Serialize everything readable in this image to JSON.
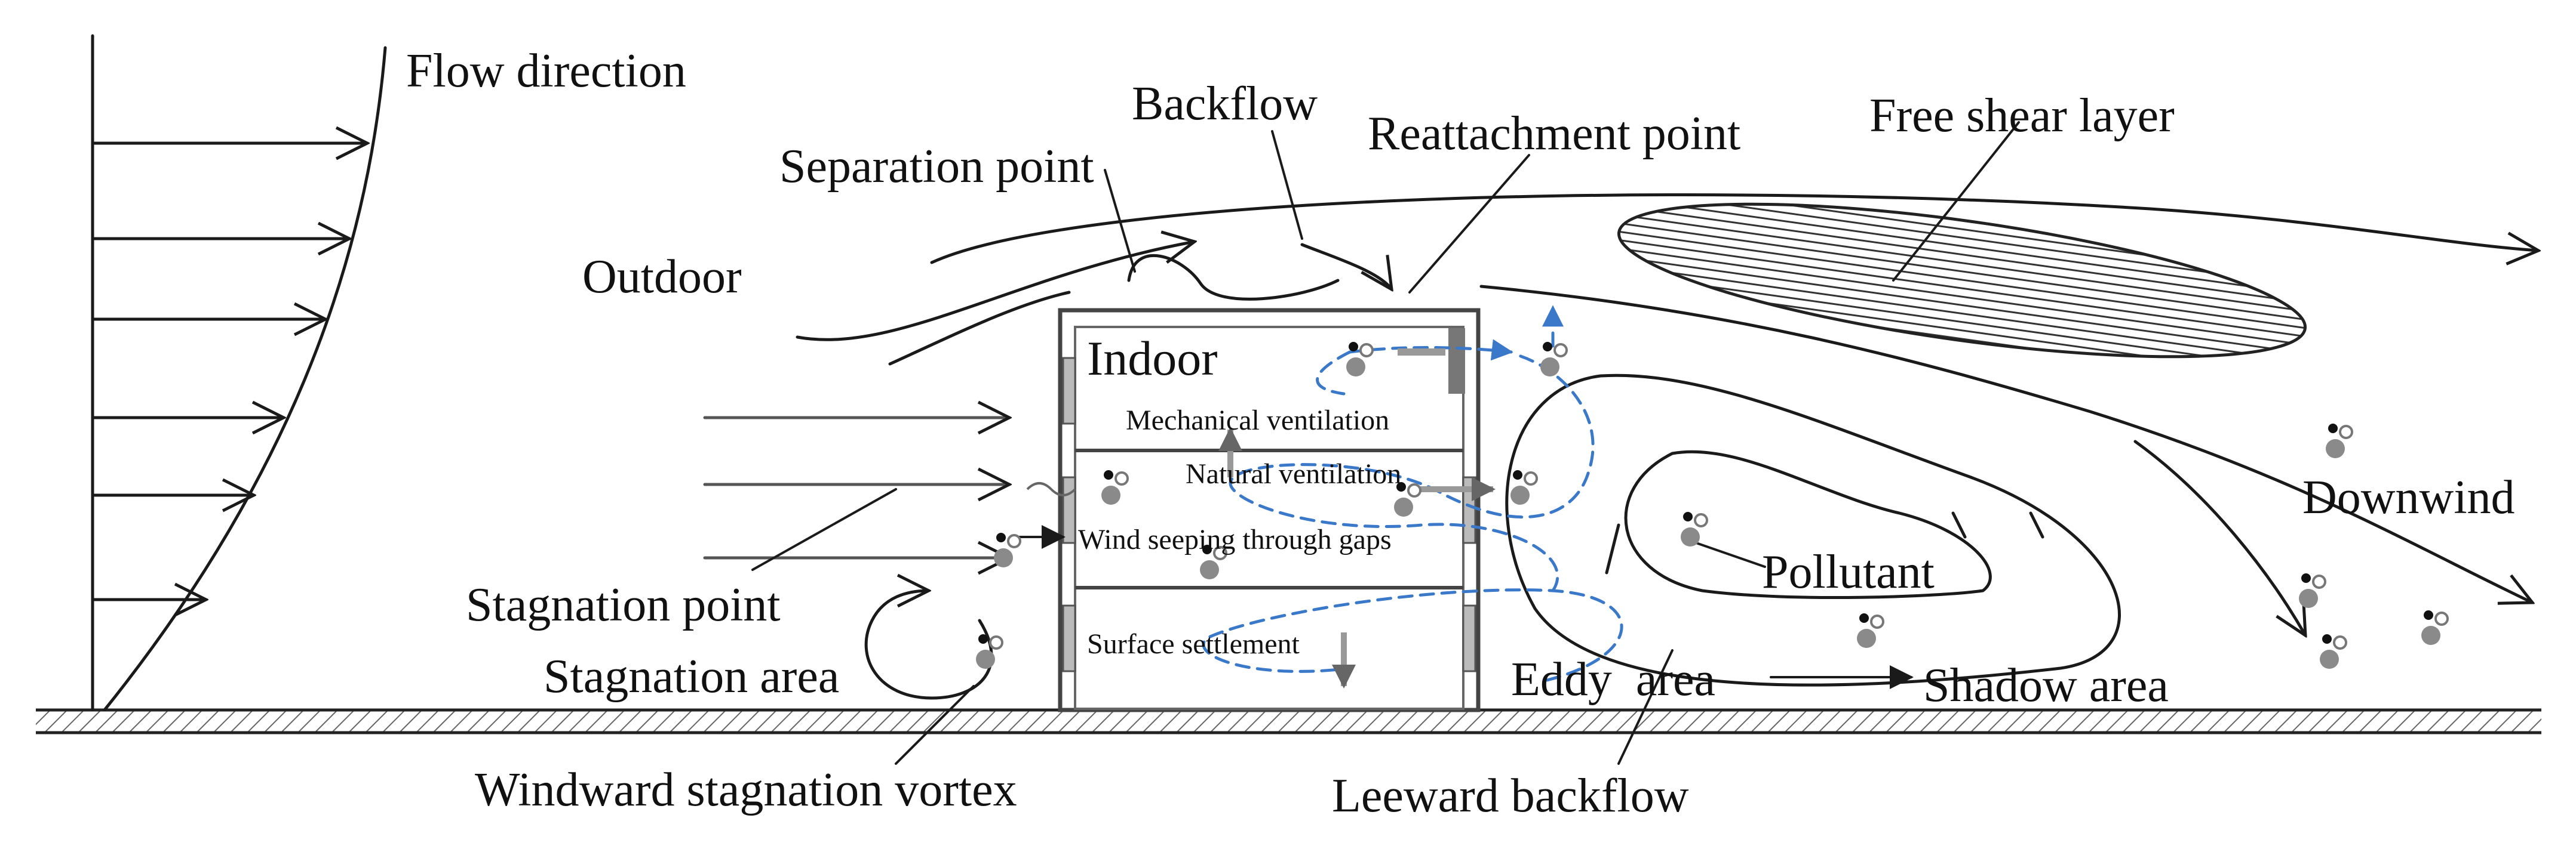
{
  "labels": {
    "flow_direction": "Flow direction",
    "backflow": "Backflow",
    "reattachment_point": "Reattachment point",
    "free_shear_layer": "Free shear layer",
    "separation_point": "Separation point",
    "outdoor": "Outdoor",
    "indoor": "Indoor",
    "mechanical_ventilation": "Mechanical ventilation",
    "natural_ventilation": "Natural ventilation",
    "wind_seeping": "Wind seeping through gaps",
    "surface_settlement": "Surface settlement",
    "stagnation_point": "Stagnation point",
    "stagnation_area": "Stagnation area",
    "windward_stagnation_vortex": "Windward stagnation vortex",
    "pollutant": "Pollutant",
    "eddy_area": "Eddy  area",
    "shadow_area": "Shadow area",
    "leeward_backflow": "Leeward backflow",
    "downwind": "Downwind"
  },
  "colors": {
    "line": "#1a1a1a",
    "dashed_flow": "#3a78c9",
    "pollutant": "#8a8a8a",
    "wall": "#444444"
  }
}
